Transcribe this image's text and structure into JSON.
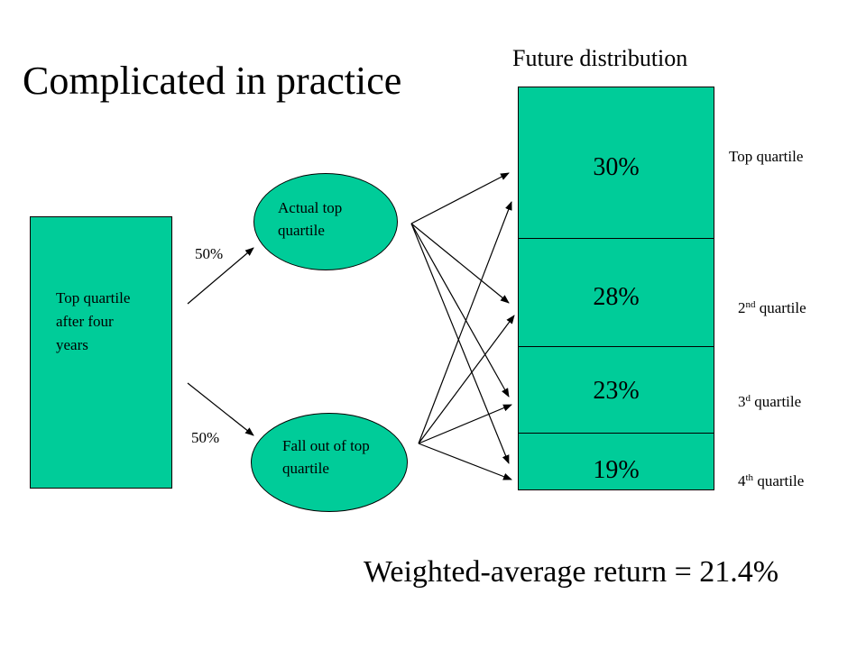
{
  "slide": {
    "title": "Complicated in practice",
    "future_title": "Future distribution",
    "footer": "Weighted-average return = 21.4%"
  },
  "source_box": {
    "label": "Top quartile after four years"
  },
  "branches": {
    "upper": {
      "percent": "50%",
      "label": "Actual top quartile"
    },
    "lower": {
      "percent": "50%",
      "label": "Fall out of top quartile"
    }
  },
  "distribution": {
    "segments": [
      {
        "value": "30%",
        "quartile_num": "Top",
        "quartile_sup": "",
        "quartile_rest": " quartile"
      },
      {
        "value": "28%",
        "quartile_num": "2",
        "quartile_sup": "nd",
        "quartile_rest": " quartile"
      },
      {
        "value": "23%",
        "quartile_num": "3",
        "quartile_sup": "d",
        "quartile_rest": " quartile"
      },
      {
        "value": "19%",
        "quartile_num": "4",
        "quartile_sup": "th",
        "quartile_rest": " quartile"
      }
    ]
  },
  "colors": {
    "fill": "#00CC99",
    "stroke": "#000000"
  }
}
